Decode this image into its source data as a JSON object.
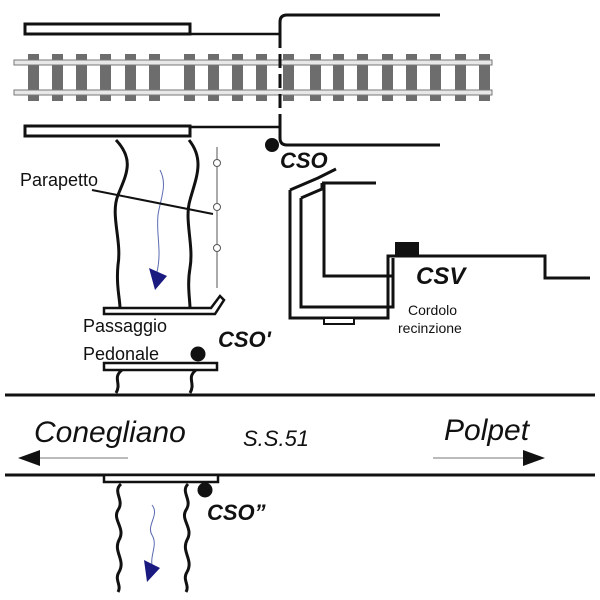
{
  "diagram": {
    "title": "",
    "colors": {
      "line": "#111111",
      "rail": "#6d6d6d",
      "flow": "#1a1a80",
      "flow_line": "#5a6ab0"
    },
    "labels": {
      "cso": "CSO",
      "cso_prime": "CSO'",
      "cso_double_prime": "CSO”",
      "csv": "CSV",
      "parapetto": "Parapetto",
      "passaggio": "Passaggio",
      "pedonale": "Pedonale",
      "cordolo": "Cordolo",
      "recinzione": "recinzione",
      "conegliano": "Conegliano",
      "road": "S.S.51",
      "polpet": "Polpet"
    },
    "elements": {
      "railway": "railway-track",
      "road": "state-road S.S.51",
      "stream": "watercourse under road and railway",
      "monitoring_points": [
        "CSO",
        "CSO'",
        "CSO”",
        "CSV"
      ]
    }
  }
}
